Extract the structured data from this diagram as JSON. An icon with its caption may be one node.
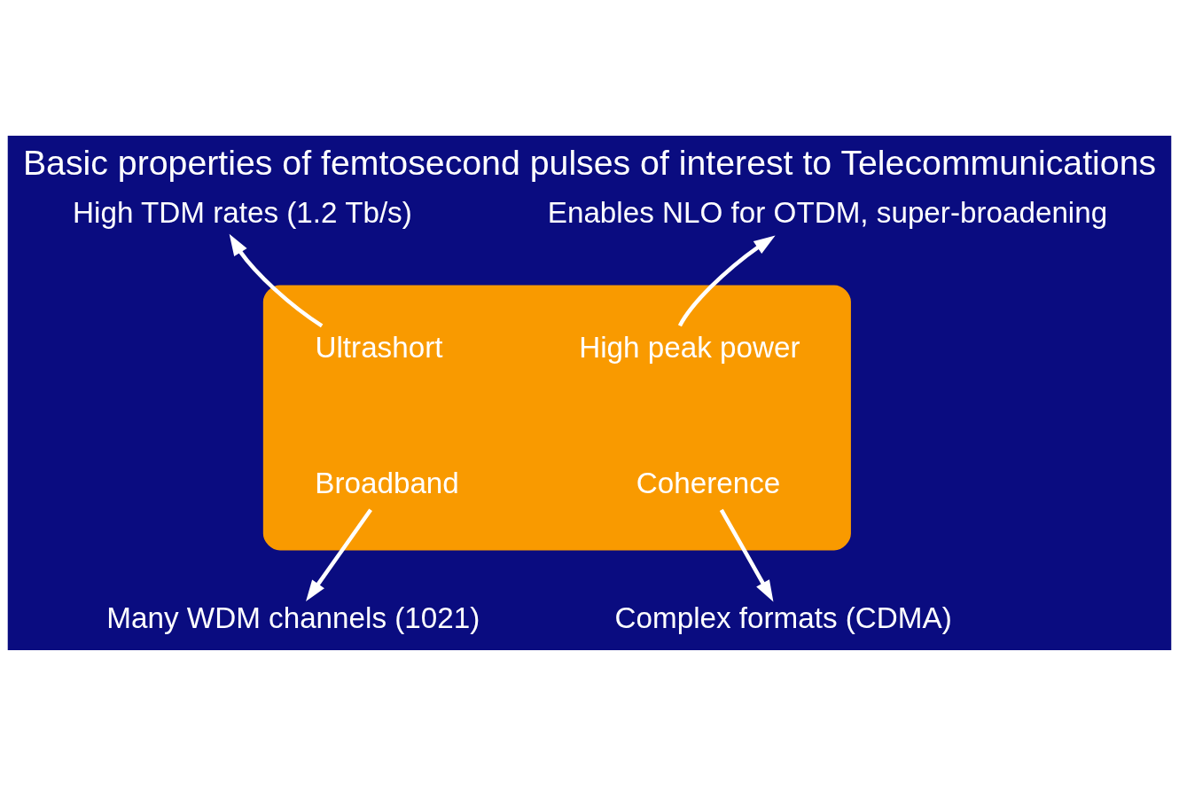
{
  "diagram": {
    "title": "Basic properties of femtosecond pulses of interest to Telecommunications",
    "nodes": [
      {
        "text": [
          "High TDM rates (1.2 Tb/s)"
        ]
      },
      {
        "text": [
          "Enables NLO for OTDM, super-broadening"
        ]
      },
      {
        "text": [],
        "shape": "ellipse"
      },
      {
        "text": [
          "Ultrashort"
        ],
        "in": 2
      },
      {
        "text": [
          "High peak power"
        ],
        "in": 2
      },
      {
        "text": [
          "Broadband"
        ],
        "in": 2
      },
      {
        "text": [
          "Coherence"
        ],
        "in": 2
      },
      {
        "text": [
          "Many WDM channels (1021)"
        ]
      },
      {
        "text": [
          "Complex formats (CDMA)"
        ]
      }
    ],
    "edges": [
      {
        "from": 3,
        "to": 0,
        "arrow": "to"
      },
      {
        "from": 4,
        "to": 1,
        "arrow": "to"
      },
      {
        "from": 5,
        "to": 7,
        "arrow": "to"
      },
      {
        "from": 6,
        "to": 8,
        "arrow": "to"
      }
    ]
  }
}
